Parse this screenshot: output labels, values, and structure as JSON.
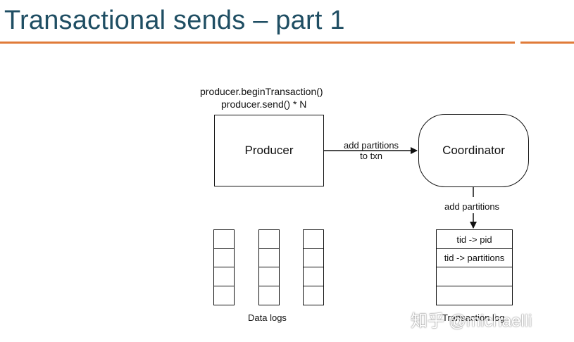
{
  "slide": {
    "title": "Transactional sends – part 1",
    "accent_color": "#e07b39",
    "title_color": "#1f4e63"
  },
  "diagram": {
    "code_lines": [
      "producer.beginTransaction()",
      "producer.send() * N"
    ],
    "producer_label": "Producer",
    "coordinator_label": "Coordinator",
    "producer_to_coordinator_label": [
      "add partitions",
      "to txn"
    ],
    "coordinator_to_log_label": "add partitions",
    "transaction_log_rows": [
      "tid -> pid",
      "tid -> partitions",
      "",
      ""
    ],
    "transaction_log_caption": "Transaction log",
    "data_logs_caption": "Data logs",
    "data_log_count": 3,
    "data_log_cells_per_log": 4
  },
  "watermark": "知乎 @michaelli"
}
